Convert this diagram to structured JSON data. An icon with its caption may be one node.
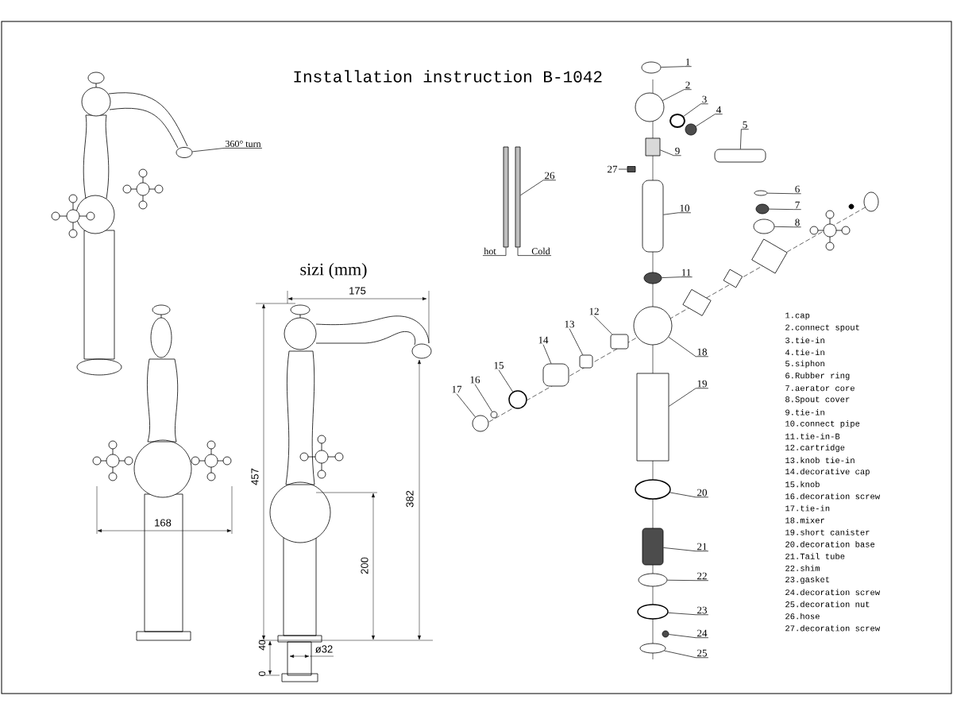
{
  "diagram": {
    "title": "Installation instruction B-1042",
    "nodes": [
      {
        "text": [
          "1"
        ]
      },
      {
        "text": [
          "2"
        ]
      },
      {
        "text": [
          "3"
        ]
      },
      {
        "text": [
          "4"
        ]
      },
      {
        "text": [
          "5"
        ]
      },
      {
        "text": [
          "6"
        ]
      },
      {
        "text": [
          "7"
        ]
      },
      {
        "text": [
          "8"
        ]
      },
      {
        "text": [
          "9"
        ]
      },
      {
        "text": [
          "10"
        ]
      },
      {
        "text": [
          "11"
        ]
      },
      {
        "text": [
          "12"
        ]
      },
      {
        "text": [
          "13"
        ]
      },
      {
        "text": [
          "14"
        ]
      },
      {
        "text": [
          "15"
        ]
      },
      {
        "text": [
          "16"
        ]
      },
      {
        "text": [
          "17"
        ]
      },
      {
        "text": [
          "18"
        ]
      },
      {
        "text": [
          "19"
        ]
      },
      {
        "text": [
          "20"
        ]
      },
      {
        "text": [
          "21"
        ]
      },
      {
        "text": [
          "22"
        ]
      },
      {
        "text": [
          "23"
        ]
      },
      {
        "text": [
          "24"
        ]
      },
      {
        "text": [
          "25"
        ]
      },
      {
        "text": [
          "26"
        ]
      },
      {
        "text": [
          "27"
        ]
      },
      {
        "text": [],
        "shape": "circle"
      },
      {
        "text": [],
        "shape": "circle"
      },
      {
        "text": [],
        "shape": "circle"
      },
      {
        "text": [],
        "shape": "circle"
      },
      {
        "text": [],
        "shape": "box"
      },
      {
        "text": [],
        "shape": "circle"
      },
      {
        "text": [],
        "shape": "circle"
      },
      {
        "text": [],
        "shape": "circle"
      },
      {
        "text": [],
        "shape": "box"
      },
      {
        "text": [],
        "shape": "box"
      },
      {
        "text": [],
        "shape": "circle"
      },
      {
        "text": [],
        "shape": "box"
      },
      {
        "text": [],
        "shape": "box"
      },
      {
        "text": [],
        "shape": "box"
      },
      {
        "text": [],
        "shape": "circle"
      },
      {
        "text": [],
        "shape": "circle"
      },
      {
        "text": [],
        "shape": "circle"
      },
      {
        "text": [],
        "shape": "circle"
      },
      {
        "text": [],
        "shape": "box"
      },
      {
        "text": [],
        "shape": "circle"
      },
      {
        "text": [],
        "shape": "box"
      },
      {
        "text": [],
        "shape": "circle"
      },
      {
        "text": [],
        "shape": "circle"
      },
      {
        "text": [],
        "shape": "circle"
      },
      {
        "text": [],
        "shape": "circle"
      },
      {
        "text": [],
        "shape": "box"
      },
      {
        "text": [],
        "shape": "box"
      },
      {
        "text": [
          "360° turn"
        ]
      },
      {
        "text": [],
        "shape": "circle"
      },
      {
        "text": [
          "hot"
        ]
      },
      {
        "text": [
          "Cold"
        ]
      },
      {
        "text": [],
        "shape": "box"
      }
    ],
    "edges": [
      {
        "from": 0,
        "to": 27,
        "arrow": "none"
      },
      {
        "from": 1,
        "to": 28,
        "arrow": "none"
      },
      {
        "from": 2,
        "to": 29,
        "arrow": "none"
      },
      {
        "from": 3,
        "to": 30,
        "arrow": "none"
      },
      {
        "from": 4,
        "to": 31,
        "arrow": "none"
      },
      {
        "from": 5,
        "to": 32,
        "arrow": "none"
      },
      {
        "from": 6,
        "to": 33,
        "arrow": "none"
      },
      {
        "from": 7,
        "to": 34,
        "arrow": "none"
      },
      {
        "from": 8,
        "to": 35,
        "arrow": "none"
      },
      {
        "from": 9,
        "to": 36,
        "arrow": "none"
      },
      {
        "from": 10,
        "to": 37,
        "arrow": "none"
      },
      {
        "from": 11,
        "to": 38,
        "arrow": "none"
      },
      {
        "from": 12,
        "to": 39,
        "arrow": "none"
      },
      {
        "from": 13,
        "to": 40,
        "arrow": "none"
      },
      {
        "from": 14,
        "to": 41,
        "arrow": "none"
      },
      {
        "from": 15,
        "to": 42,
        "arrow": "none"
      },
      {
        "from": 16,
        "to": 43,
        "arrow": "none"
      },
      {
        "from": 17,
        "to": 44,
        "arrow": "none"
      },
      {
        "from": 18,
        "to": 45,
        "arrow": "none"
      },
      {
        "from": 19,
        "to": 46,
        "arrow": "none"
      },
      {
        "from": 20,
        "to": 47,
        "arrow": "none"
      },
      {
        "from": 21,
        "to": 48,
        "arrow": "none"
      },
      {
        "from": 22,
        "to": 49,
        "arrow": "none"
      },
      {
        "from": 23,
        "to": 50,
        "arrow": "none"
      },
      {
        "from": 24,
        "to": 51,
        "arrow": "none"
      },
      {
        "from": 25,
        "to": 52,
        "arrow": "none"
      },
      {
        "from": 26,
        "to": 53,
        "arrow": "none"
      },
      {
        "from": 54,
        "to": 55,
        "arrow": "none"
      },
      {
        "from": 56,
        "to": 58,
        "arrow": "none"
      },
      {
        "from": 57,
        "to": 52,
        "arrow": "none"
      }
    ],
    "labels": [
      "sizi (mm)",
      "175",
      "457",
      "382",
      "200",
      "168",
      "40",
      "0",
      "ø32",
      "1.cap",
      "2.connect spout",
      "3.tie-in",
      "4.tie-in",
      "5.siphon",
      "6.Rubber ring",
      "7.aerator core",
      "8.Spout  cover",
      "9.tie-in",
      "10.connect pipe",
      "11.tie-in-B",
      "12.cartridge",
      "13.knob tie-in",
      "14.decorative cap",
      "15.knob",
      "16.decoration screw",
      "17.tie-in",
      "18.mixer",
      "19.short canister",
      "20.decoration  base",
      "21.Tail tube",
      "22.shim",
      "23.gasket",
      "24.decoration screw",
      "25.decoration nut",
      "26.hose",
      "27.decoration screw"
    ]
  }
}
